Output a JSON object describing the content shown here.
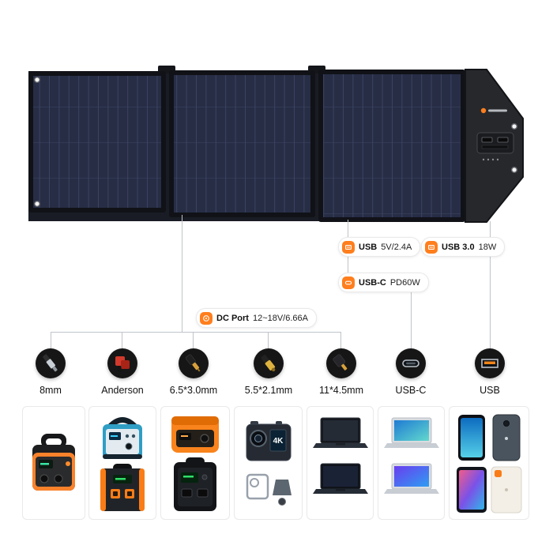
{
  "colors": {
    "accent": "#FF7E1D",
    "solar_cell": "#272D45",
    "line": "#BFC3C9"
  },
  "badges": [
    {
      "label": "USB",
      "spec": "5V/2.4A"
    },
    {
      "label": "USB 3.0",
      "spec": "18W"
    },
    {
      "label": "USB-C",
      "spec": "PD60W"
    },
    {
      "label": "DC Port",
      "spec": "12~18V/6.66A"
    }
  ],
  "connectors": [
    {
      "label": "8mm"
    },
    {
      "label": "Anderson"
    },
    {
      "label": "6.5*3.0mm"
    },
    {
      "label": "5.5*2.1mm"
    },
    {
      "label": "11*4.5mm"
    },
    {
      "label": "USB-C"
    },
    {
      "label": "USB"
    }
  ],
  "devices": {
    "camera_screen_label": "4K",
    "groups": [
      {
        "name": "portable-power-station-orange"
      },
      {
        "name": "power-station-blue-and-power-station-black-orange"
      },
      {
        "name": "power-station-orange-and-power-station-black"
      },
      {
        "name": "action-camera-4k-with-mounts"
      },
      {
        "name": "laptops-dark"
      },
      {
        "name": "laptops-silver-colorful"
      },
      {
        "name": "smartphones-and-tablets"
      }
    ]
  }
}
